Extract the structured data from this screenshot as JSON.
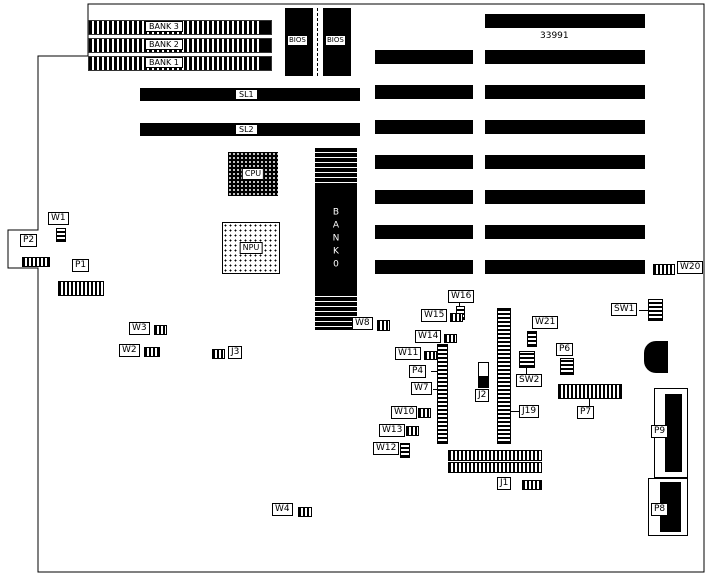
{
  "board": {
    "part_number": "33991",
    "memory_banks": [
      "BANK 3",
      "BANK 2",
      "BANK 1"
    ],
    "bios_label": "BIOS",
    "slot_labels": {
      "sl1": "SL1",
      "sl2": "SL2"
    },
    "cpu_label": "CPU",
    "npu_label": "NPU",
    "bank0_text": "B\nA\nN\nK\n0",
    "callouts": {
      "w1": "W1",
      "w2": "W2",
      "w3": "W3",
      "w4": "W4",
      "w7": "W7",
      "w8": "W8",
      "w10": "W10",
      "w11": "W11",
      "w12": "W12",
      "w13": "W13",
      "w14": "W14",
      "w15": "W15",
      "w16": "W16",
      "w20": "W20",
      "w21": "W21",
      "p1": "P1",
      "p2": "P2",
      "p4": "P4",
      "p6": "P6",
      "p7": "P7",
      "p8": "P8",
      "p9": "P9",
      "j1": "J1",
      "j2": "J2",
      "j3": "J3",
      "j19": "J19",
      "sw1": "SW1",
      "sw2": "SW2"
    }
  }
}
